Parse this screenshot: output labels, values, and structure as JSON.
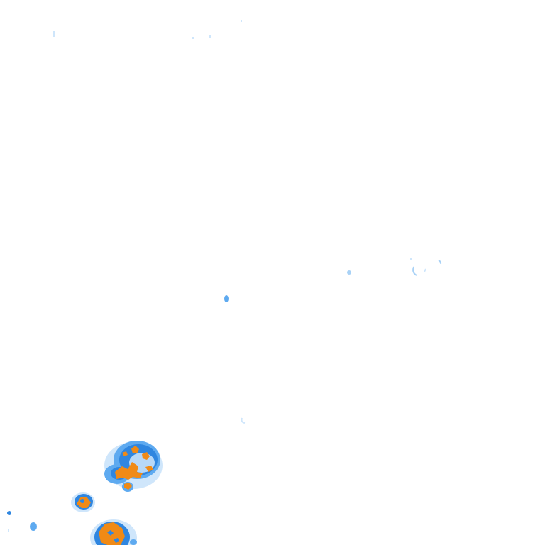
{
  "legend": {
    "colors": {
      "light": "#cfe6fb",
      "pale": "#a9d2f6",
      "medium": "#5eaaf0",
      "strong": "#2f86e0",
      "intense": "#f08a16"
    },
    "levels": [
      "light",
      "pale",
      "medium",
      "strong",
      "intense"
    ]
  },
  "cells": [
    {
      "id": "north-cluster",
      "level": "intense",
      "coverage": 0.62
    },
    {
      "id": "south-cluster",
      "level": "intense",
      "coverage": 0.55
    },
    {
      "id": "small-cell",
      "level": "intense",
      "coverage": 0.48
    }
  ]
}
